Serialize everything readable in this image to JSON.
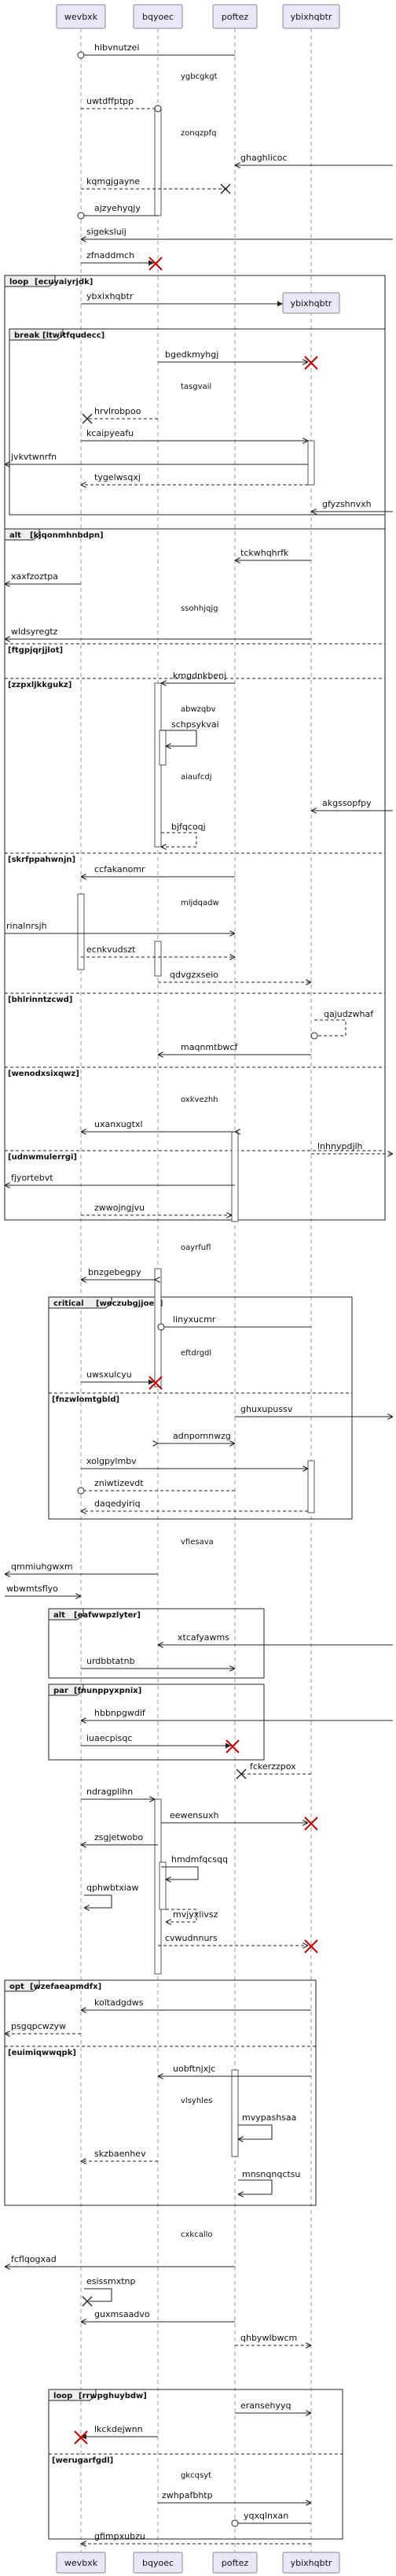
{
  "participants": [
    {
      "id": "wevbxk",
      "label": "wevbxk"
    },
    {
      "id": "bqyoec",
      "label": "bqyoec"
    },
    {
      "id": "poftez",
      "label": "poftez"
    },
    {
      "id": "ybixhqbtr",
      "label": "ybixhqbtr"
    }
  ],
  "messages": [
    {
      "text": "hibvnutzei"
    },
    {
      "text": "ygbcgkgt"
    },
    {
      "text": "uwtdffptpp"
    },
    {
      "text": "zonqzpfq"
    },
    {
      "text": "ghaghlicoc"
    },
    {
      "text": "kqmgjgayne"
    },
    {
      "text": "ajzyehyqjy"
    },
    {
      "text": "sigeksluij"
    },
    {
      "text": "zfnaddmch"
    },
    {
      "text": "ybxixhqbtr"
    },
    {
      "text": "bgedkmyhgj"
    },
    {
      "text": "tasgvail"
    },
    {
      "text": "hrvlrobpoo"
    },
    {
      "text": "kcaipyeafu"
    },
    {
      "text": "jvkvtwnrfn"
    },
    {
      "text": "tygelwsqxj"
    },
    {
      "text": "gfyzshnvxh"
    },
    {
      "text": "tckwhqhrfk"
    },
    {
      "text": "xaxfzoztpa"
    },
    {
      "text": "ssohhjqjg"
    },
    {
      "text": "wldsyregtz"
    },
    {
      "text": "kmgdnkbenj"
    },
    {
      "text": "abwzqbv"
    },
    {
      "text": "schpsykvai"
    },
    {
      "text": "aiaufcdj"
    },
    {
      "text": "akgssopfpy"
    },
    {
      "text": "bjfqcoqj"
    },
    {
      "text": "ccfakanomr"
    },
    {
      "text": "mljdqadw"
    },
    {
      "text": "rinalnrsjh"
    },
    {
      "text": "ecnkvudszt"
    },
    {
      "text": "qdvgzxseio"
    },
    {
      "text": "qajudzwhaf"
    },
    {
      "text": "maqnmtbwcf"
    },
    {
      "text": "oxkvezhh"
    },
    {
      "text": "uxanxugtxl"
    },
    {
      "text": "lnhnypdjlh"
    },
    {
      "text": "fjyortebvt"
    },
    {
      "text": "zwwojngjvu"
    },
    {
      "text": "oayrfufl"
    },
    {
      "text": "bnzgebegpy"
    },
    {
      "text": "linyxucmr"
    },
    {
      "text": "eftdrgdl"
    },
    {
      "text": "uwsxulcyu"
    },
    {
      "text": "ghuxupussv"
    },
    {
      "text": "adnpomnwzg"
    },
    {
      "text": "xolgpylmbv"
    },
    {
      "text": "zniwtizevdt"
    },
    {
      "text": "daqedyiriq"
    },
    {
      "text": "vfiesava"
    },
    {
      "text": "qmmiuhgwxm"
    },
    {
      "text": "wbwmtsflyo"
    },
    {
      "text": "xtcafyawms"
    },
    {
      "text": "urdbbtatnb"
    },
    {
      "text": "hbbnpgwdif"
    },
    {
      "text": "iuaecpisqc"
    },
    {
      "text": "fckerzzpox"
    },
    {
      "text": "ndragplihn"
    },
    {
      "text": "eewensuxh"
    },
    {
      "text": "zsgjetwobo"
    },
    {
      "text": "hmdmfqcsqq"
    },
    {
      "text": "qphwbtxiaw"
    },
    {
      "text": "mvjyxlivsz"
    },
    {
      "text": "cvwudnnurs"
    },
    {
      "text": "koltadgdws"
    },
    {
      "text": "psgqpcwzyw"
    },
    {
      "text": "uobftnjxjc"
    },
    {
      "text": "vlsyhles"
    },
    {
      "text": "mvypashsaa"
    },
    {
      "text": "skzbaenhev"
    },
    {
      "text": "mnsnqnqctsu"
    },
    {
      "text": "cxkcallo"
    },
    {
      "text": "fcflqogxad"
    },
    {
      "text": "esissmxtnp"
    },
    {
      "text": "guxmsaadvo"
    },
    {
      "text": "qhbywlbwcm"
    },
    {
      "text": "eransehyyq"
    },
    {
      "text": "lkckdejwnn"
    },
    {
      "text": "gkcqsyt"
    },
    {
      "text": "zwhpafbhtp"
    },
    {
      "text": "yqxqlnxan"
    },
    {
      "text": "gfimpxubzu"
    }
  ],
  "fragments": [
    {
      "type": "loop",
      "guard": "[ecuyaiyrjdk]"
    },
    {
      "type": "break",
      "guard": "[ltwitfqudecc]"
    },
    {
      "type": "alt",
      "guard": "[kjqonmhnbdpn]"
    },
    {
      "guard": "[ftgpjqrjjlot]"
    },
    {
      "guard": "[zzpxljkkgukz]"
    },
    {
      "guard": "[skrfppahwnjn]"
    },
    {
      "guard": "[bhlrinntzcwd]"
    },
    {
      "guard": "[wenodxsixqwz]"
    },
    {
      "type": "critical",
      "guard": "[weczubgjjoey]"
    },
    {
      "guard": "[fnzwlomtgbld]"
    },
    {
      "type": "alt",
      "guard": "[eafwwpzlyter]"
    },
    {
      "guard": "[udnwmulerrgi]"
    },
    {
      "type": "par",
      "guard": "[fnunppyxpnix]"
    },
    {
      "type": "opt",
      "guard": "[wzefaeapmdfx]"
    },
    {
      "guard": "[euimiqwwqpk]"
    },
    {
      "type": "loop",
      "guard": "[rrwpghuybdw]"
    },
    {
      "guard": "[werugarfgdl]"
    }
  ]
}
